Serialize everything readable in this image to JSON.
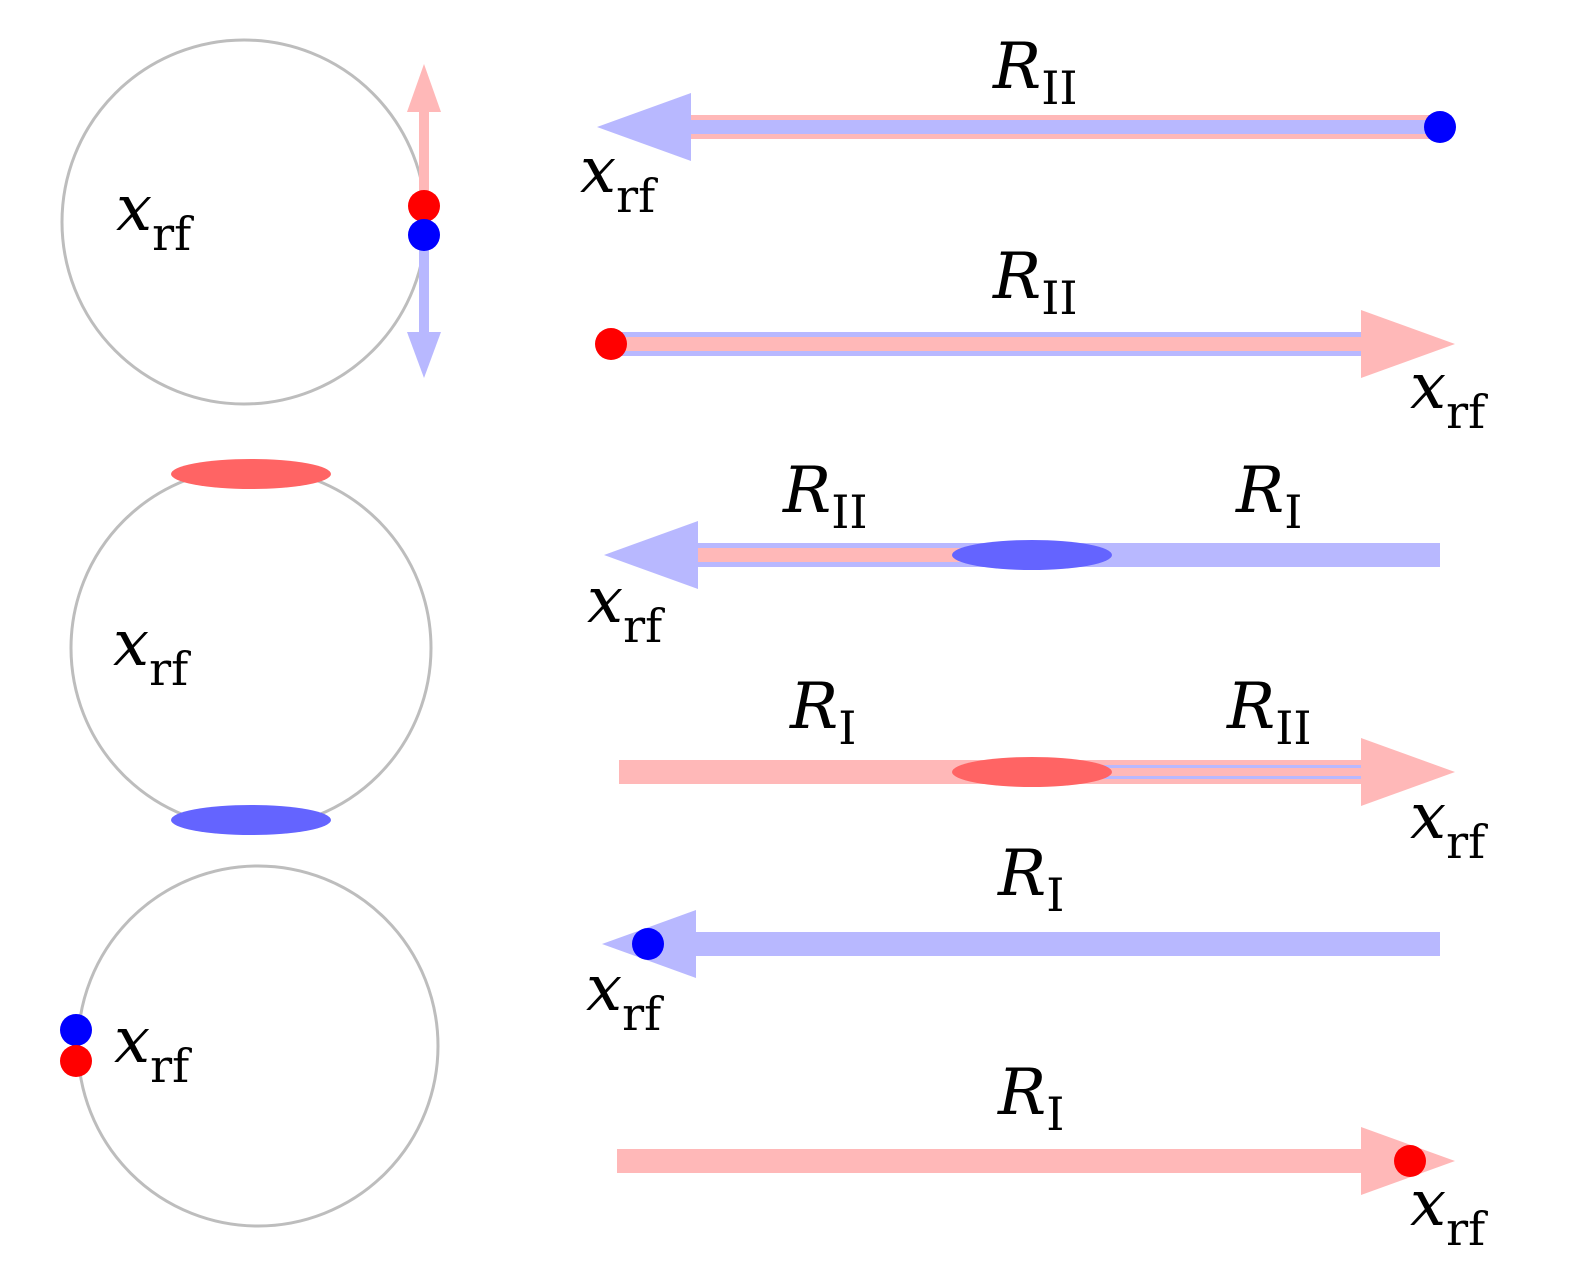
{
  "colors": {
    "circle_stroke": "#bdbdbd",
    "red_dot": "#ff0000",
    "blue_dot": "#0000ff",
    "red_band": "#ffb8b8",
    "blue_band": "#b8b8ff",
    "red_blob": "#ff6464",
    "blue_blob": "#6464ff"
  },
  "labels": {
    "variable": "x",
    "variable_sub": "rf",
    "region_letter": "R",
    "region_one": "I",
    "region_two": "II"
  },
  "circles": [
    {
      "label_main": "x",
      "label_sub": "rf",
      "markers": "red and blue dots on right, with up (red) and down (blue) arrows"
    },
    {
      "label_main": "x",
      "label_sub": "rf",
      "markers": "red blob on top, blue blob on bottom"
    },
    {
      "label_main": "x",
      "label_sub": "rf",
      "markers": "blue and red dots on left"
    }
  ],
  "arrows": [
    {
      "direction": "left",
      "color": "blue",
      "overlay": "red",
      "region_labels": [
        {
          "main": "R",
          "sub": "II"
        }
      ],
      "end_label": {
        "main": "x",
        "sub": "rf"
      },
      "marker": "blue dot at right end"
    },
    {
      "direction": "right",
      "color": "red",
      "overlay": "blue",
      "region_labels": [
        {
          "main": "R",
          "sub": "II"
        }
      ],
      "end_label": {
        "main": "x",
        "sub": "rf"
      },
      "marker": "red dot at left end"
    },
    {
      "direction": "left",
      "color": "blue",
      "overlay": "red",
      "region_labels": [
        {
          "main": "R",
          "sub": "II"
        },
        {
          "main": "R",
          "sub": "I"
        }
      ],
      "end_label": {
        "main": "x",
        "sub": "rf"
      },
      "marker": "blue blob at middle"
    },
    {
      "direction": "right",
      "color": "red",
      "overlay": "blue",
      "region_labels": [
        {
          "main": "R",
          "sub": "I"
        },
        {
          "main": "R",
          "sub": "II"
        }
      ],
      "end_label": {
        "main": "x",
        "sub": "rf"
      },
      "marker": "red blob at middle"
    },
    {
      "direction": "left",
      "color": "blue",
      "overlay": null,
      "region_labels": [
        {
          "main": "R",
          "sub": "I"
        }
      ],
      "end_label": {
        "main": "x",
        "sub": "rf"
      },
      "marker": "blue dot near tip"
    },
    {
      "direction": "right",
      "color": "red",
      "overlay": null,
      "region_labels": [
        {
          "main": "R",
          "sub": "I"
        }
      ],
      "end_label": {
        "main": "x",
        "sub": "rf"
      },
      "marker": "red dot near tip"
    }
  ]
}
